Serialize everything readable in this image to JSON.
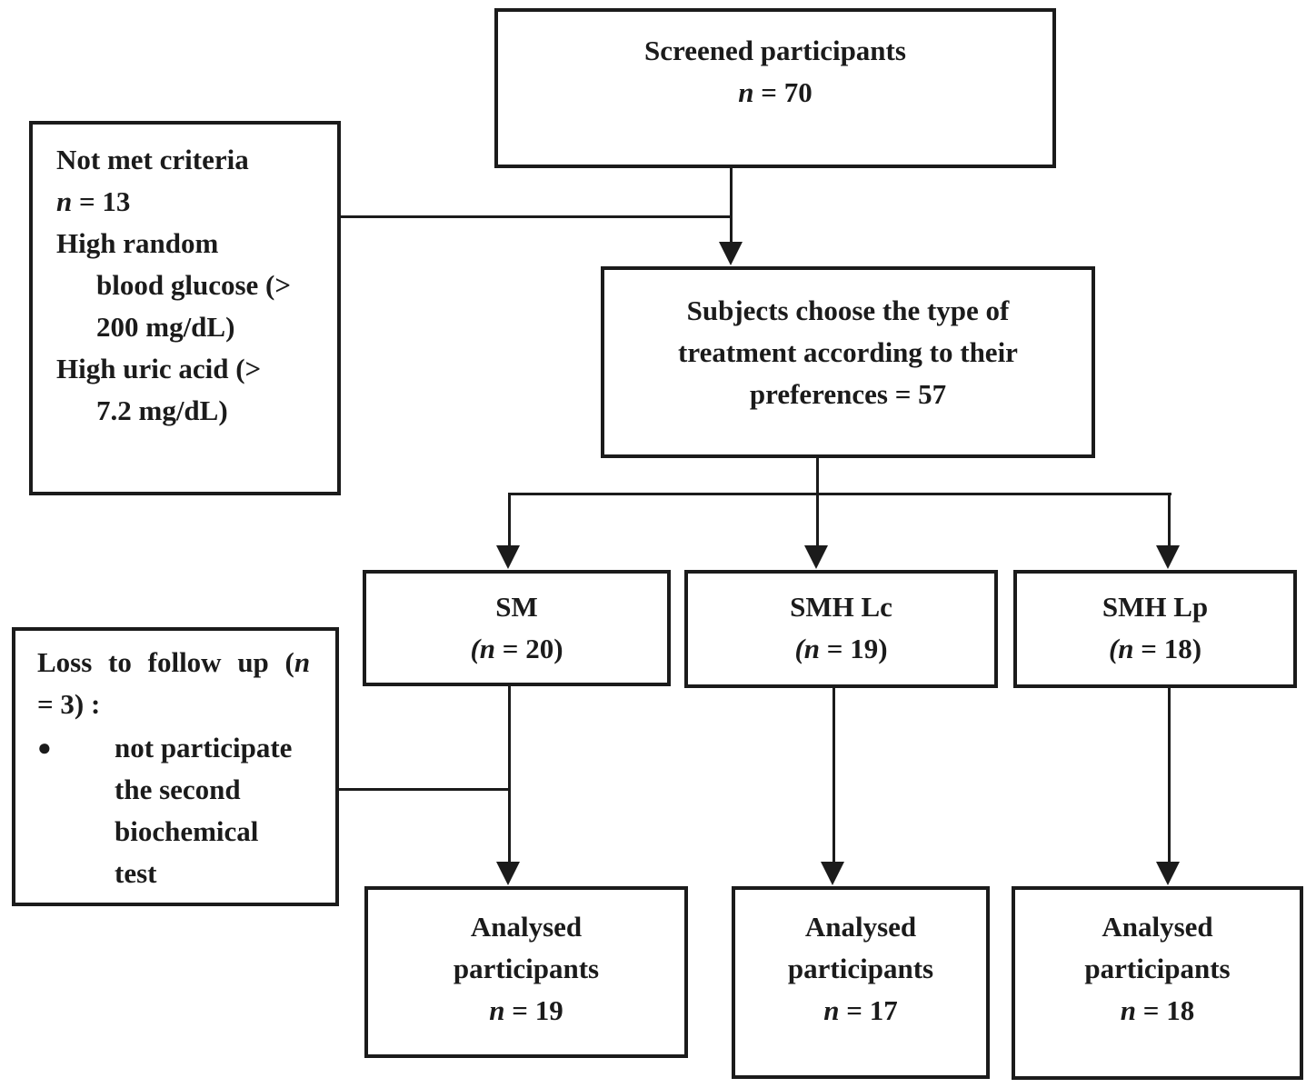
{
  "colors": {
    "ink": "#1b1b1b",
    "background": "#ffffff"
  },
  "boxes": {
    "screened": {
      "lines": [
        "Screened participants",
        "n = 70"
      ]
    },
    "not_met": {
      "lines": [
        "Not met criteria",
        "n = 13",
        "High random",
        "blood glucose (>",
        "200 mg/dL)",
        "High uric acid (>",
        "7.2 mg/dL)"
      ]
    },
    "subjects": {
      "lines": [
        "Subjects choose the type of",
        "treatment according to their",
        "preferences = 57"
      ]
    },
    "sm": {
      "lines": [
        "SM",
        "(n = 20)"
      ]
    },
    "smh_lc": {
      "lines": [
        "SMH Lc",
        "(n = 19)"
      ]
    },
    "smh_lp": {
      "lines": [
        "SMH Lp",
        "(n = 18)"
      ]
    },
    "loss": {
      "line1_prefix": "Loss to follow up (",
      "line1_n": "n",
      "line2": "= 3) :",
      "bullet": "●",
      "bullet_lines": [
        "not participate",
        "the second",
        "biochemical",
        "test"
      ]
    },
    "analysed_sm": {
      "lines": [
        "Analysed",
        "participants",
        "n = 19"
      ]
    },
    "analysed_lc": {
      "lines": [
        "Analysed",
        "participants",
        "n = 17"
      ]
    },
    "analysed_lp": {
      "lines": [
        "Analysed",
        "participants",
        "n = 18"
      ]
    }
  }
}
